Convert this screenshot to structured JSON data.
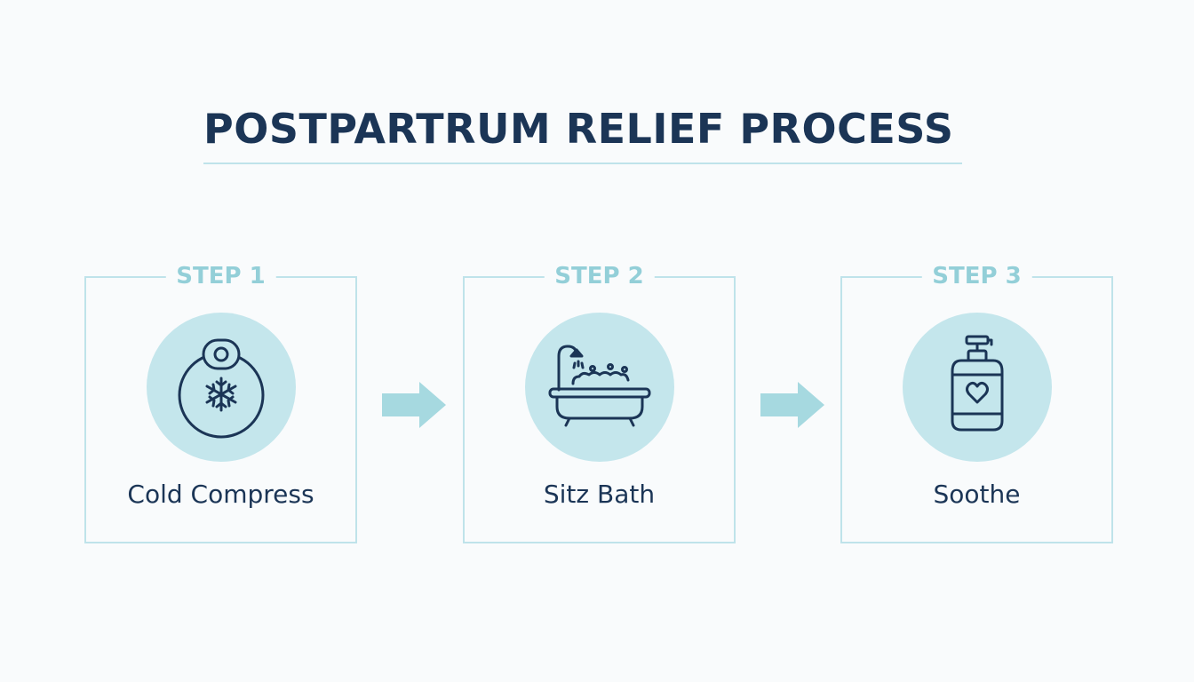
{
  "title": "POSTPARTRUM RELIEF PROCESS",
  "colors": {
    "heading": "#1b3556",
    "accent": "#93cfd8",
    "circle": "#c4e6ec",
    "border": "#bfe3ea",
    "background": "#f9fbfc"
  },
  "steps": [
    {
      "label": "STEP 1",
      "name": "Cold Compress",
      "icon": "cold-compress-icon"
    },
    {
      "label": "STEP 2",
      "name": "Sitz Bath",
      "icon": "bathtub-icon"
    },
    {
      "label": "STEP 3",
      "name": "Soothe",
      "icon": "lotion-bottle-icon"
    }
  ]
}
